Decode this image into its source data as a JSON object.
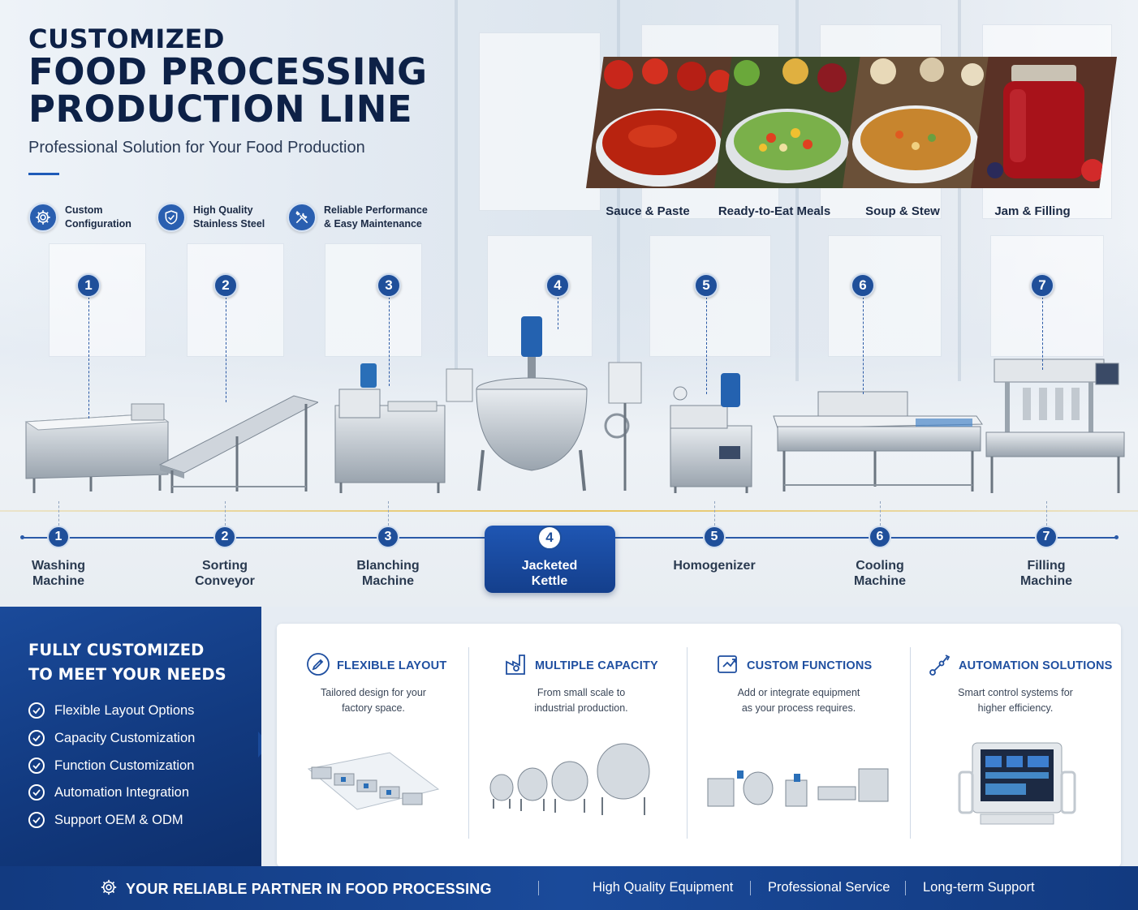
{
  "header": {
    "title_line1": "CUSTOMIZED",
    "title_line2": "FOOD PROCESSING",
    "title_line3": "PRODUCTION LINE",
    "subtitle": "Professional Solution for Your Food Production"
  },
  "features": [
    {
      "line1": "Custom",
      "line2": "Configuration",
      "icon": "gear-icon"
    },
    {
      "line1": "High Quality",
      "line2": "Stainless Steel",
      "icon": "shield-check-icon"
    },
    {
      "line1": "Reliable Performance",
      "line2": "& Easy Maintenance",
      "icon": "wrench-screwdriver-icon"
    }
  ],
  "products": [
    {
      "label": "Sauce & Paste"
    },
    {
      "label": "Ready-to-Eat Meals"
    },
    {
      "label": "Soup & Stew"
    },
    {
      "label": "Jam & Filling"
    }
  ],
  "steps": [
    {
      "num": "1",
      "line1": "Washing",
      "line2": "Machine"
    },
    {
      "num": "2",
      "line1": "Sorting",
      "line2": "Conveyor"
    },
    {
      "num": "3",
      "line1": "Blanching",
      "line2": "Machine"
    },
    {
      "num": "4",
      "line1": "Jacketed",
      "line2": "Kettle"
    },
    {
      "num": "5",
      "line1": "Homogenizer",
      "line2": ""
    },
    {
      "num": "6",
      "line1": "Cooling",
      "line2": "Machine"
    },
    {
      "num": "7",
      "line1": "Filling",
      "line2": "Machine"
    }
  ],
  "customize": {
    "title_line1": "FULLY CUSTOMIZED",
    "title_line2": "TO MEET YOUR NEEDS",
    "items": [
      "Flexible Layout Options",
      "Capacity Customization",
      "Function Customization",
      "Automation Integration",
      "Support OEM & ODM"
    ]
  },
  "solutions": [
    {
      "title": "FLEXIBLE LAYOUT",
      "desc_line1": "Tailored design for your",
      "desc_line2": "factory space.",
      "icon": "layout-pencil-icon"
    },
    {
      "title": "MULTIPLE CAPACITY",
      "desc_line1": "From small scale to",
      "desc_line2": "industrial production.",
      "icon": "factory-capacity-icon"
    },
    {
      "title": "CUSTOM FUNCTIONS",
      "desc_line1": "Add or integrate equipment",
      "desc_line2": "as your process requires.",
      "icon": "custom-function-icon"
    },
    {
      "title": "AUTOMATION SOLUTIONS",
      "desc_line1": "Smart control systems for",
      "desc_line2": "higher efficiency.",
      "icon": "robot-arm-icon"
    }
  ],
  "footer": {
    "main": "YOUR RELIABLE PARTNER IN FOOD PROCESSING",
    "items": [
      "High Quality Equipment",
      "Professional Service",
      "Long-term Support"
    ]
  },
  "colors": {
    "brand_dark": "#0d2147",
    "brand_blue": "#1f4f9a",
    "accent_blue": "#1f56b3",
    "floor_line": "#e6b428"
  }
}
